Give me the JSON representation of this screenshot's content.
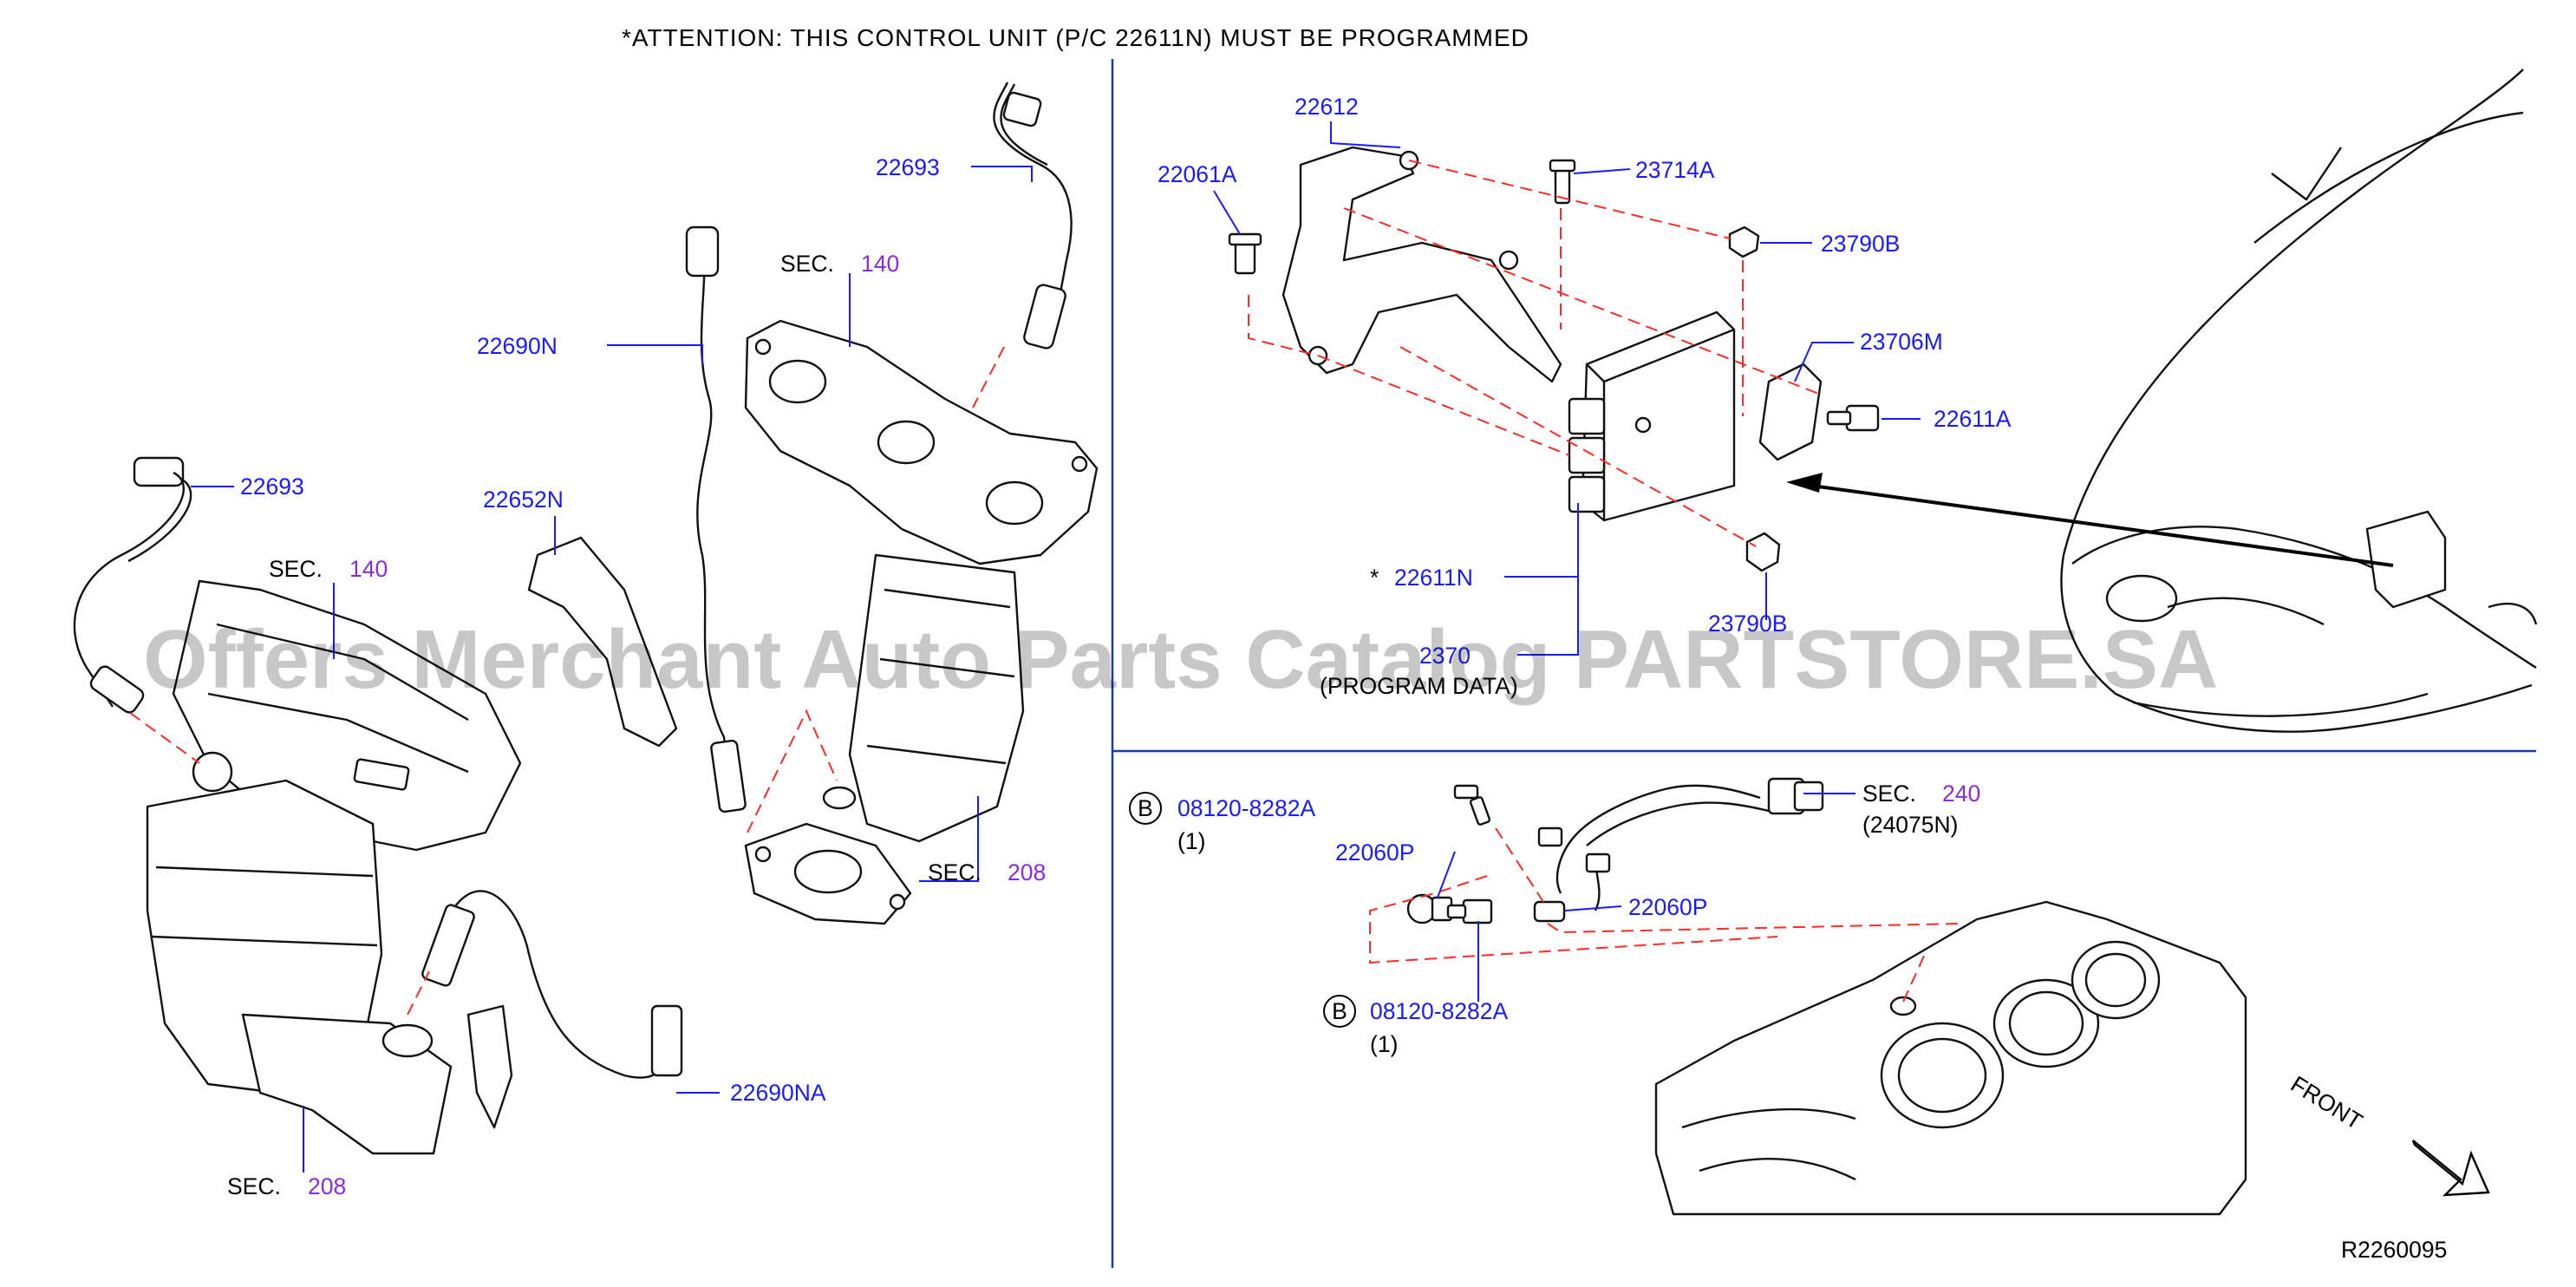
{
  "header": {
    "attention": "*ATTENTION:  THIS  CONTROL  UNIT  (P/C  22611N)  MUST  BE  PROGRAMMED"
  },
  "watermark": "Offers Merchant Auto Parts Catalog PARTSTORE.SA",
  "diagram_code": "R2260095",
  "front_label": "FRONT",
  "left_panel": {
    "p22693_top": "22693",
    "sec140_top_label": "SEC.",
    "sec140_top_num": "140",
    "p22690N": "22690N",
    "sec208_right_label": "SEC.",
    "sec208_right_num": "208",
    "p22693_left": "22693",
    "p22652N": "22652N",
    "sec140_left_label": "SEC.",
    "sec140_left_num": "140",
    "p22690NA": "22690NA",
    "sec208_bottom_label": "SEC.",
    "sec208_bottom_num": "208"
  },
  "ecm_panel": {
    "p22612": "22612",
    "p22061A": "22061A",
    "p23714A": "23714A",
    "p23790B_top": "23790B",
    "p23706M": "23706M",
    "p22611A": "22611A",
    "p22611N_star": "*",
    "p22611N": "22611N",
    "p23790B_bottom": "23790B",
    "p2370_partial": "2370",
    "program_note_partial": "(PROGRAM DATA)"
  },
  "sensor_panel": {
    "bolt_top_circle": "B",
    "bolt_top": "08120-8282A",
    "bolt_top_qty": "(1)",
    "p22060P_left": "22060P",
    "p22060P_right": "22060P",
    "sec240_label": "SEC.",
    "sec240_num": "240",
    "harness_ref": "(24075N)",
    "bolt_bottom_circle": "B",
    "bolt_bottom": "08120-8282A",
    "bolt_bottom_qty": "(1)"
  }
}
